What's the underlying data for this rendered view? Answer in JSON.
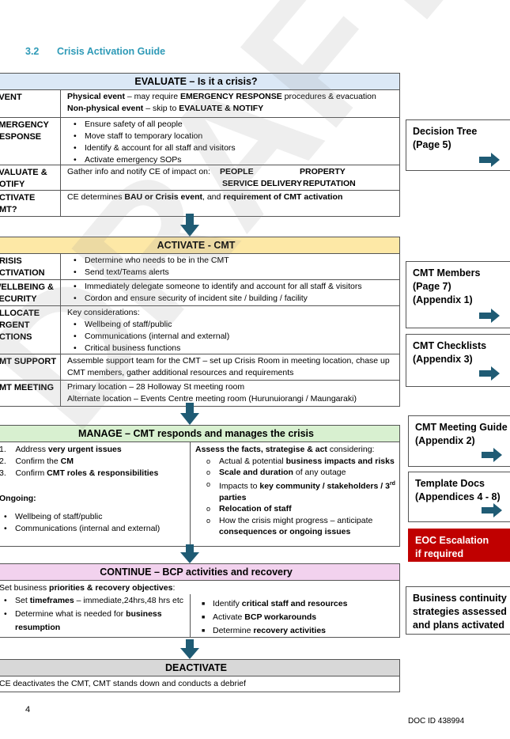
{
  "heading": {
    "number": "3.2",
    "title": "Crisis Activation Guide"
  },
  "colors": {
    "heading": "#2e9ab7",
    "evaluate_bg": "#dbe8f6",
    "activate_bg": "#fde8a6",
    "manage_bg": "#d8f0d0",
    "continue_bg": "#f2d2ee",
    "deactivate_bg": "#d8d8d8",
    "arrow": "#1f5b74",
    "eoc_red": "#c00000"
  },
  "evaluate": {
    "title": "EVALUATE – Is it a crisis?",
    "event_label": "EVENT",
    "event_line1_a": "Physical event",
    "event_line1_b": " – may require ",
    "event_line1_c": "EMERGENCY RESPONSE",
    "event_line1_d": " procedures & evacuation",
    "event_line2_a": "Non-physical event",
    "event_line2_b": " – skip to ",
    "event_line2_c": "EVALUATE & NOTIFY",
    "emergency_label": "EMERGENCY RESPONSE",
    "emergency_items": [
      "Ensure safety of all people",
      "Move staff to temporary location",
      "Identify & account for all staff and visitors",
      "Activate emergency SOPs"
    ],
    "notify_label": "EVALUATE & NOTIFY",
    "notify_text": "Gather info and notify CE of impact on:",
    "notify_people": "PEOPLE",
    "notify_property": "PROPERTY",
    "notify_service": "SERVICE DELIVERY",
    "notify_reputation": "REPUTATION",
    "activate_label": "ACTIVATE CMT?",
    "activate_a": "CE determines ",
    "activate_b": "BAU or Crisis event",
    "activate_c": ", and ",
    "activate_d": "requirement of CMT activation"
  },
  "activate": {
    "title": "ACTIVATE - CMT",
    "crisis_label": "CRISIS ACTIVATION",
    "crisis_items": [
      "Determine who needs to be in the CMT",
      "Send text/Teams alerts"
    ],
    "wellbeing_label": "WELLBEING & SECURITY",
    "wellbeing_items": [
      "Immediately delegate someone to identify and account for all staff & visitors",
      "Cordon and ensure security of incident site / building / facility"
    ],
    "allocate_label": "ALLOCATE URGENT ACTIONS",
    "allocate_intro": "Key considerations:",
    "allocate_items": [
      "Wellbeing of staff/public",
      "Communications (internal and external)",
      "Critical business functions"
    ],
    "support_label": "CMT SUPPORT",
    "support_text": "Assemble support team for the CMT – set up Crisis Room in meeting location, chase up CMT members, gather additional resources and requirements",
    "meeting_label": "CMT MEETING",
    "meeting_line1": "Primary location – 28 Holloway St meeting room",
    "meeting_line2": "Alternate location – Events Centre meeting room (Hurunuiorangi / Maungaraki)"
  },
  "manage": {
    "title": "MANAGE – CMT responds and manages the crisis",
    "left_items": [
      {
        "num": "1.",
        "pre": "Address ",
        "bold": "very urgent issues",
        "post": ""
      },
      {
        "num": "2.",
        "pre": "Confirm the ",
        "bold": "CM",
        "post": ""
      },
      {
        "num": "3.",
        "pre": "Confirm ",
        "bold": "CMT roles & responsibilities",
        "post": ""
      }
    ],
    "ongoing_label": "Ongoing:",
    "ongoing_items": [
      "Wellbeing of staff/public",
      "Communications (internal and external)"
    ],
    "right_title_bold": "Assess the facts, strategise & act",
    "right_title_rest": " considering:",
    "right_items": [
      {
        "pre": "Actual & potential ",
        "bold": "business impacts and risks",
        "post": ""
      },
      {
        "pre": "",
        "bold": "Scale and duration",
        "post": " of any outage"
      },
      {
        "pre": "Impacts to ",
        "bold": "key community / stakeholders / 3",
        "post": ""
      },
      {
        "pre": "",
        "bold": "Relocation of staff",
        "post": ""
      },
      {
        "pre": "How the crisis might progress – anticipate ",
        "bold": "consequences or ongoing issues",
        "post": ""
      }
    ],
    "superscript": "rd",
    "parties": "parties"
  },
  "continue": {
    "title": "CONTINUE – BCP activities and recovery",
    "intro_a": "Set business ",
    "intro_b": "priorities & recovery objectives",
    "intro_c": ":",
    "left_items": [
      {
        "pre": "Set ",
        "bold": "timeframes",
        "post": " – immediate,24hrs,48 hrs etc"
      },
      {
        "pre": "Determine what is needed for ",
        "bold": "business resumption",
        "post": ""
      }
    ],
    "right_items": [
      {
        "pre": "Identify ",
        "bold": "critical staff and resources",
        "post": ""
      },
      {
        "pre": "Activate ",
        "bold": "BCP workarounds",
        "post": ""
      },
      {
        "pre": "Determine ",
        "bold": "recovery activities",
        "post": ""
      }
    ]
  },
  "deactivate": {
    "title": "DEACTIVATE",
    "text": "CE deactivates the CMT, CMT stands down and conducts a debrief"
  },
  "side": {
    "decision": [
      "Decision Tree",
      "(Page 5)"
    ],
    "members": [
      "CMT Members",
      "(Page 7)",
      "(Appendix 1)"
    ],
    "checklists": [
      "CMT Checklists",
      "(Appendix 3)"
    ],
    "meeting": [
      "CMT Meeting Guide",
      "(Appendix 2)"
    ],
    "template": [
      "Template Docs",
      "(Appendices 4 - 8)"
    ],
    "eoc": [
      "EOC Escalation",
      "if required"
    ],
    "bc": [
      "Business continuity",
      "strategies assessed",
      "and plans activated"
    ]
  },
  "footer": {
    "page": "4",
    "doc_id": "DOC ID 438994"
  },
  "watermark": "DRAFT"
}
